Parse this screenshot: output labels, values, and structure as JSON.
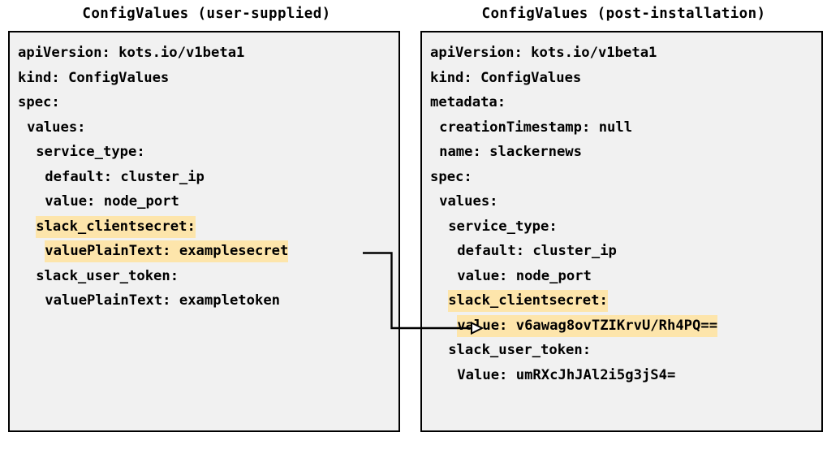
{
  "panels": [
    {
      "title": "ConfigValues (user-supplied)",
      "lines": [
        {
          "indent": 0,
          "text": "apiVersion: kots.io/v1beta1",
          "highlight": false
        },
        {
          "indent": 0,
          "text": "kind: ConfigValues",
          "highlight": false
        },
        {
          "indent": 0,
          "text": "spec:",
          "highlight": false
        },
        {
          "indent": 1,
          "text": "values:",
          "highlight": false
        },
        {
          "indent": 2,
          "text": "service_type:",
          "highlight": false
        },
        {
          "indent": 3,
          "text": "default: cluster_ip",
          "highlight": false
        },
        {
          "indent": 3,
          "text": "value: node_port",
          "highlight": false
        },
        {
          "indent": 2,
          "text": "slack_clientsecret:",
          "highlight": true
        },
        {
          "indent": 3,
          "text": "valuePlainText: examplesecret",
          "highlight": true
        },
        {
          "indent": 2,
          "text": "slack_user_token:",
          "highlight": false
        },
        {
          "indent": 3,
          "text": "valuePlainText: exampletoken",
          "highlight": false
        }
      ]
    },
    {
      "title": "ConfigValues (post-installation)",
      "lines": [
        {
          "indent": 0,
          "text": "apiVersion: kots.io/v1beta1",
          "highlight": false
        },
        {
          "indent": 0,
          "text": "kind: ConfigValues",
          "highlight": false
        },
        {
          "indent": 0,
          "text": "metadata:",
          "highlight": false
        },
        {
          "indent": 1,
          "text": "creationTimestamp: null",
          "highlight": false
        },
        {
          "indent": 1,
          "text": "name: slackernews",
          "highlight": false
        },
        {
          "indent": 0,
          "text": "spec:",
          "highlight": false
        },
        {
          "indent": 1,
          "text": "values:",
          "highlight": false
        },
        {
          "indent": 2,
          "text": "service_type:",
          "highlight": false
        },
        {
          "indent": 3,
          "text": "default: cluster_ip",
          "highlight": false
        },
        {
          "indent": 3,
          "text": "value: node_port",
          "highlight": false
        },
        {
          "indent": 2,
          "text": "slack_clientsecret:",
          "highlight": true
        },
        {
          "indent": 3,
          "text": "value: v6awag8ovTZIKrvU/Rh4PQ==",
          "highlight": true
        },
        {
          "indent": 2,
          "text": "slack_user_token:",
          "highlight": false
        },
        {
          "indent": 3,
          "text": "Value: umRXcJhJAl2i5g3jS4=",
          "highlight": false
        }
      ]
    }
  ],
  "connector": {
    "name": "secret-encryption-arrow",
    "from_line": "valuePlainText: examplesecret",
    "to_line": "value: v6awag8ovTZIKrvU/Rh4PQ==",
    "color": "#000000"
  },
  "colors": {
    "background": "#ffffff",
    "box_fill": "#f1f1f1",
    "box_border": "#000000",
    "highlight": "#fde5ab",
    "text": "#000000"
  }
}
